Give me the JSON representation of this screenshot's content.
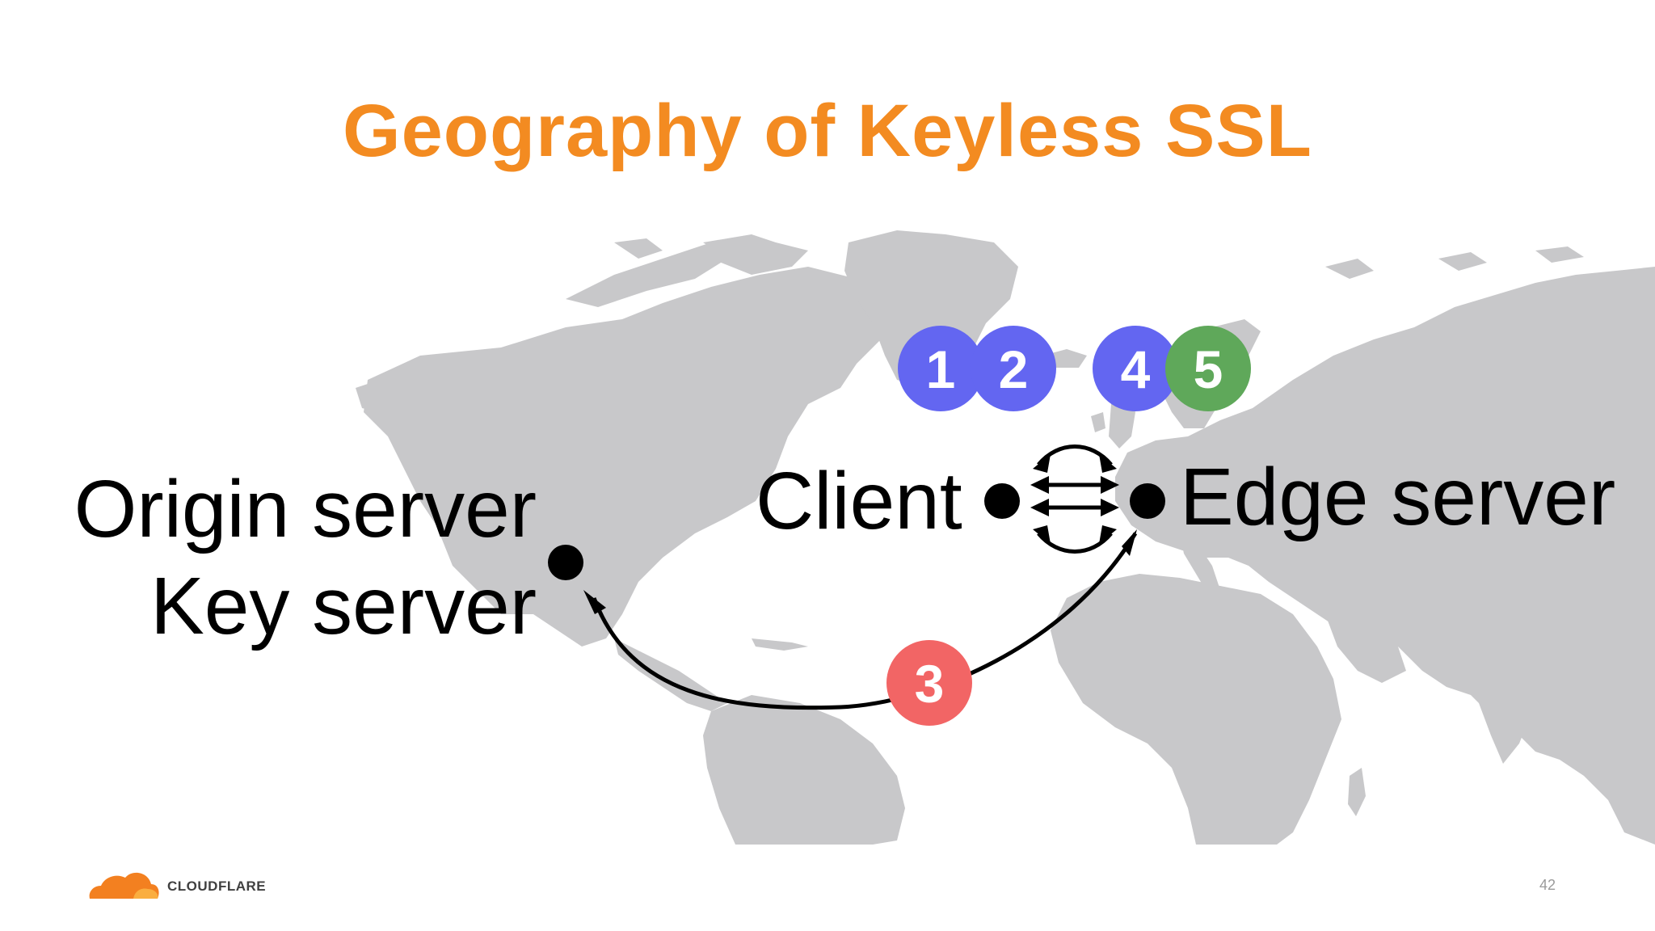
{
  "slide": {
    "title": "Geography of Keyless SSL",
    "page_number": "42"
  },
  "labels": {
    "origin": "Origin server",
    "key": "Key server",
    "client": "Client",
    "edge": "Edge server"
  },
  "steps": [
    {
      "number": "1",
      "color": "#6366f1"
    },
    {
      "number": "2",
      "color": "#6366f1"
    },
    {
      "number": "3",
      "color": "#f26565"
    },
    {
      "number": "4",
      "color": "#6366f1"
    },
    {
      "number": "5",
      "color": "#5fa85a"
    }
  ],
  "logo": {
    "text": "CLOUDFLARE",
    "colors": {
      "orange": "#f38020",
      "light": "#faae40"
    }
  },
  "colors": {
    "title": "#f38b21",
    "map": "#c8c8ca",
    "connector": "#000000"
  }
}
